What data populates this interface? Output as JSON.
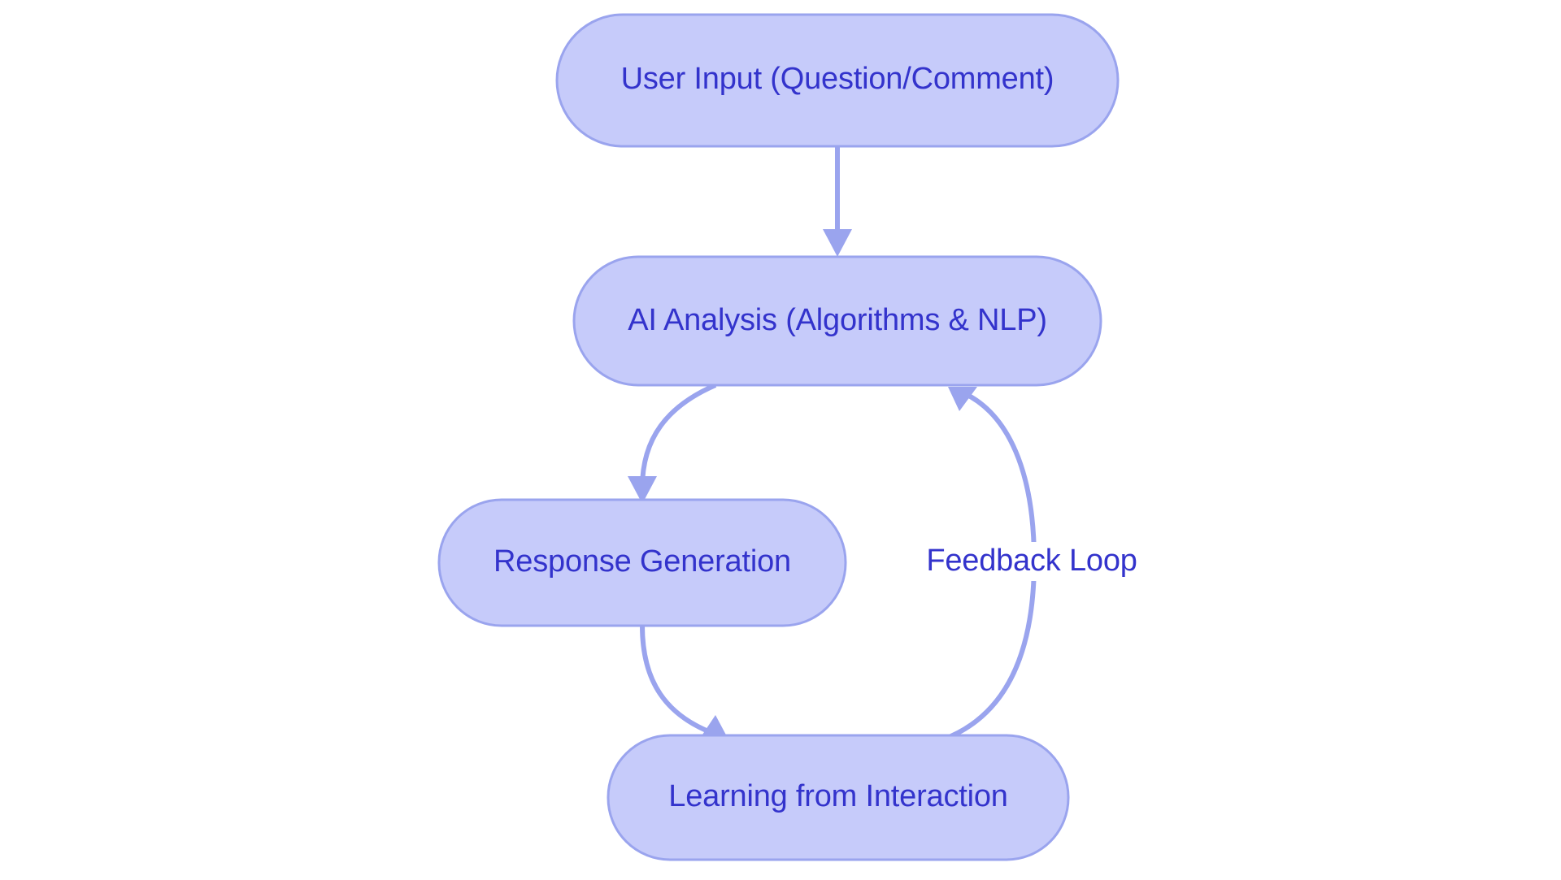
{
  "diagram": {
    "type": "flowchart",
    "direction": "top-down",
    "background_color": "#ffffff",
    "node_fill_color": "#c6cbfa",
    "node_border_color": "#9aa4ee",
    "node_text_color": "#3333cc",
    "edge_color": "#9aa4ee",
    "nodes": [
      {
        "id": "user-input",
        "label": "User Input (Question/Comment)"
      },
      {
        "id": "ai-analysis",
        "label": "AI Analysis (Algorithms & NLP)"
      },
      {
        "id": "response-generation",
        "label": "Response Generation"
      },
      {
        "id": "learning-from-interaction",
        "label": "Learning from Interaction"
      }
    ],
    "edges": [
      {
        "id": "edge-user-input-to-ai-analysis",
        "from": "user-input",
        "to": "ai-analysis",
        "label": ""
      },
      {
        "id": "edge-ai-analysis-to-response-generation",
        "from": "ai-analysis",
        "to": "response-generation",
        "label": ""
      },
      {
        "id": "edge-response-generation-to-learning",
        "from": "response-generation",
        "to": "learning-from-interaction",
        "label": ""
      },
      {
        "id": "edge-learning-to-ai-analysis",
        "from": "learning-from-interaction",
        "to": "ai-analysis",
        "label": "Feedback Loop"
      }
    ]
  }
}
